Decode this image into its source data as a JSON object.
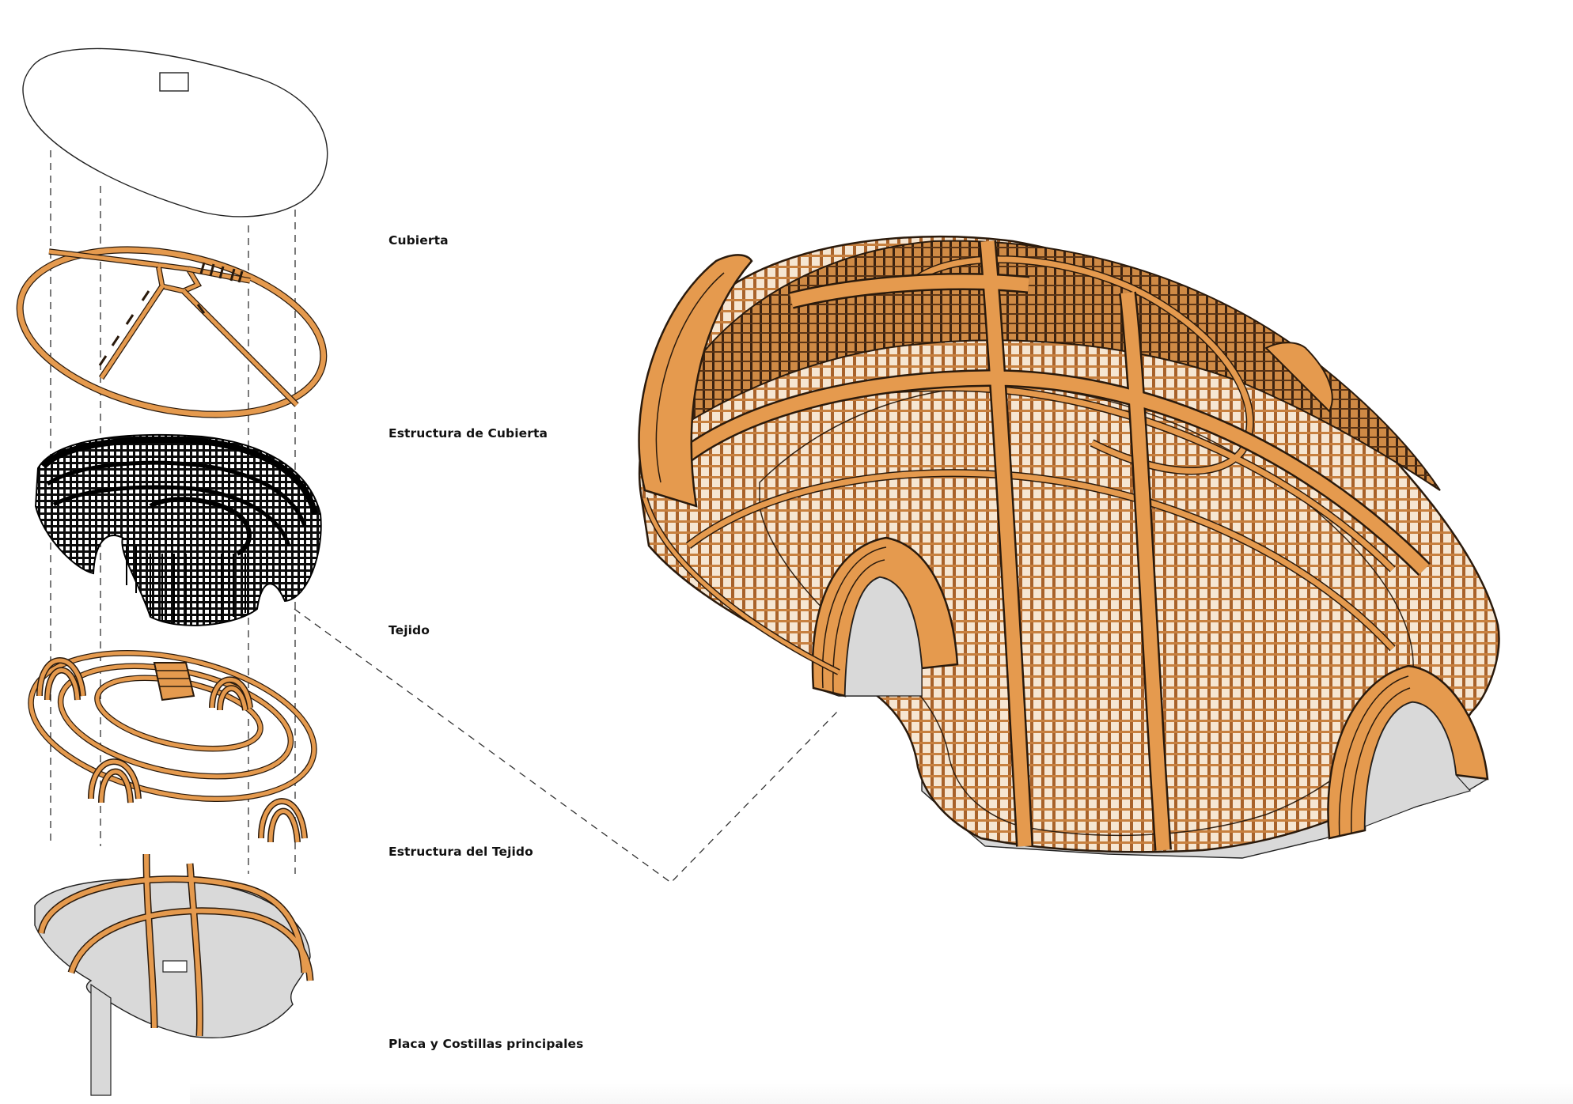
{
  "layers": [
    {
      "label": "Cubierta"
    },
    {
      "label": "Estructura de Cubierta"
    },
    {
      "label": "Tejido"
    },
    {
      "label": "Estructura del Tejido"
    },
    {
      "label": "Placa y Costillas principales"
    }
  ],
  "colors": {
    "wood_fill": "#e59a4e",
    "wood_dark": "#b06a24",
    "outline": "#222222",
    "fabric": "#0b0b0b",
    "slab": "#d9d9d9",
    "guide_line": "#333333",
    "background": "#ffffff"
  }
}
